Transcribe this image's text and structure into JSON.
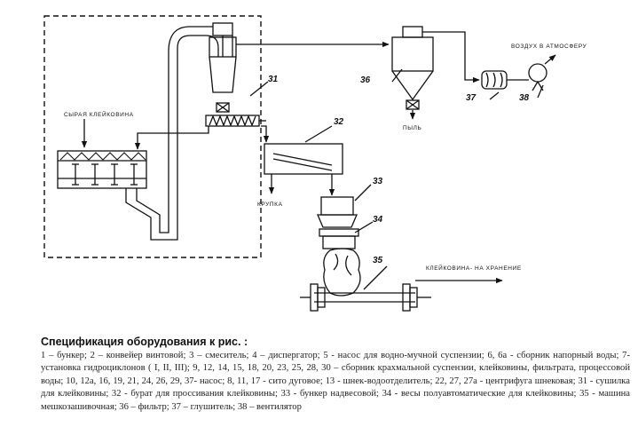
{
  "diagram": {
    "labels": {
      "raw_gluten": "СЫРАЯ КЛЕЙКОВИНА",
      "air_to_atmosphere": "ВОЗДУХ В АТМОСФЕРУ",
      "dust": "ПЫЛЬ",
      "grits": "КРУПКА",
      "gluten_to_storage": "КЛЕЙКОВИНА- НА ХРАНЕНИЕ"
    },
    "numbers": {
      "n31": "31",
      "n32": "32",
      "n33": "33",
      "n34": "34",
      "n35": "35",
      "n36": "36",
      "n37": "37",
      "n38": "38"
    }
  },
  "spec": {
    "title": "Спецификация оборудования к рис.      :",
    "text": "1 – бункер;     2 – конвейер винтовой;     3 – смеситель;  4 – диспергатор;  5 - насос для водно-мучной суспензии; 6, 6а - сборник напорный воды;  7- установка гидроциклонов ( I, II, III);  9, 12, 14, 15, 18, 20, 23, 25, 28, 30 – сборник крахмальной суспензии, клейковины, фильтрата, процессовой воды;  10, 12а, 16, 19, 21, 24, 26, 29, 37- насос; 8, 11, 17 - сито дуговое; 13 - шнек-водоотделитель;  22, 27, 27а - центрифуга шнековая; 31 - сушилка для клейковины; 32 - бурат для проссивания клейковины; 33 - бункер надвесовой; 34 - весы полуавтоматические для клейковины; 35 - машина мешкозашивочная; 36 – фильтр; 37 – глушитель; 38 – вентилятор"
  }
}
